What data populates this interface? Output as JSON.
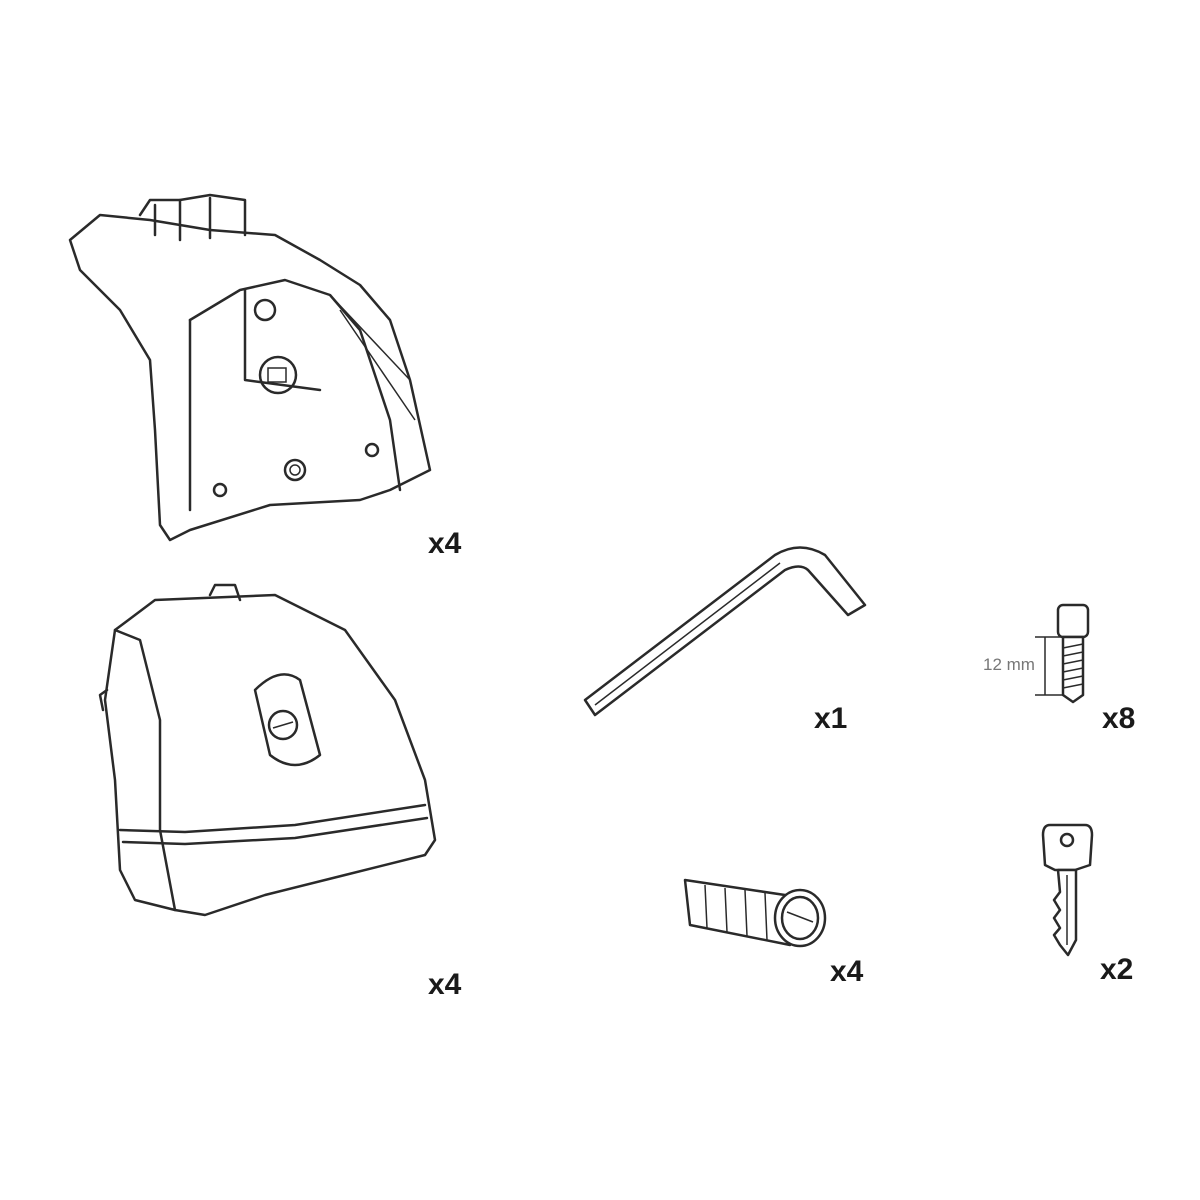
{
  "parts": [
    {
      "name": "foot",
      "quantity": "x4"
    },
    {
      "name": "foot-cover",
      "quantity": "x4"
    },
    {
      "name": "allen-key",
      "quantity": "x1"
    },
    {
      "name": "screw",
      "quantity": "x8",
      "dimension": "12 mm"
    },
    {
      "name": "lock-cylinder",
      "quantity": "x4"
    },
    {
      "name": "key",
      "quantity": "x2"
    }
  ]
}
